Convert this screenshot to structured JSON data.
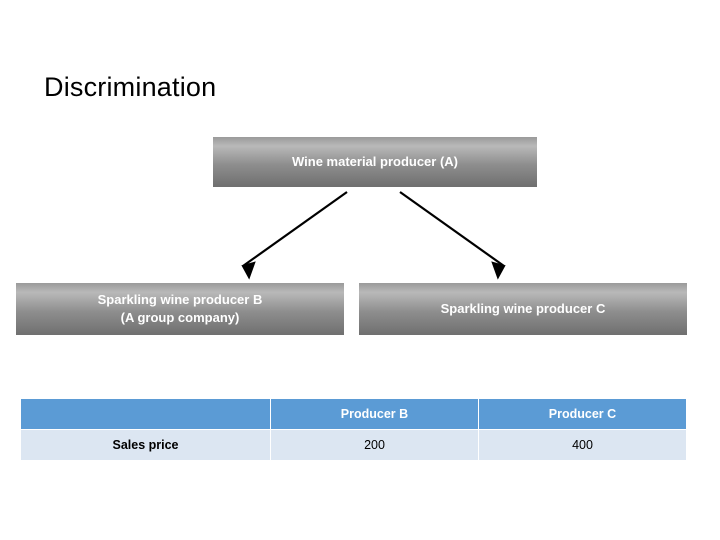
{
  "slide": {
    "title": "Discrimination",
    "nodes": {
      "producer_a": "Wine material producer (A)",
      "producer_b_line1": "Sparkling wine producer B",
      "producer_b_line2": "(A group company)",
      "producer_c": "Sparkling wine producer C"
    },
    "table": {
      "header": [
        "",
        "Producer B",
        "Producer C"
      ],
      "rows": [
        {
          "label": "Sales price",
          "values": [
            "200",
            "400"
          ]
        }
      ]
    },
    "colors": {
      "table_header": "#5b9bd5",
      "table_body": "#dce6f2",
      "node_fill": "#8e8e8e",
      "arrow": "#000000"
    }
  }
}
